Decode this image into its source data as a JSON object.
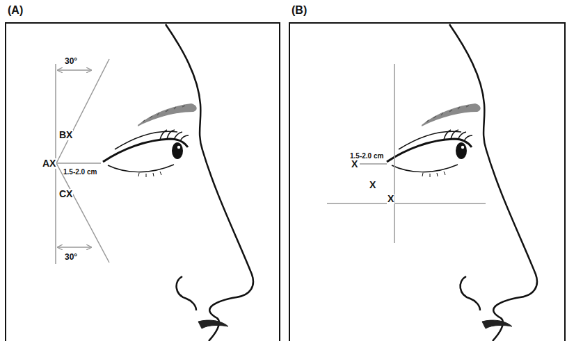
{
  "diagram": {
    "labels": [
      "(A)",
      "30°",
      "BX",
      "AX",
      "1.5-2.0 cm",
      "CX",
      "30°",
      "(B)",
      "1.5-2.0 cm",
      "X",
      "X",
      "X"
    ]
  }
}
